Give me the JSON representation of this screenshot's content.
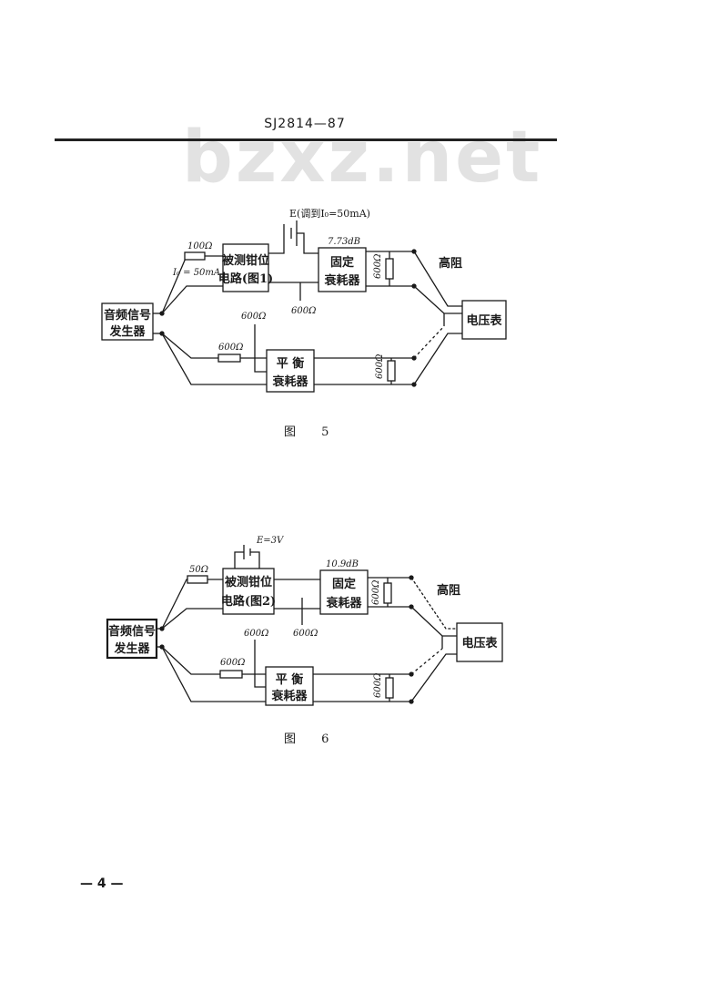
{
  "header": {
    "doc_id": "SJ2814—87"
  },
  "watermark": "bzxz.net",
  "fig5": {
    "caption": "图  5",
    "generator": [
      "音频信号",
      "发生器"
    ],
    "circuit": [
      "被测钳位",
      "电路(图1)"
    ],
    "fixed_att": [
      "固定",
      "衰耗器"
    ],
    "balance_att": [
      "平  衡",
      "衰耗器"
    ],
    "voltmeter": "电压表",
    "high_z": "高阻",
    "battery_label": "E(调到I₀=50mA)",
    "r_series": "100Ω",
    "current_label": "I₀ = 50mA",
    "att_db": "7.73dB",
    "r_600_a": "600Ω",
    "r_600_b": "600Ω",
    "r_600_c": "600Ω",
    "r_600_d": "600Ω",
    "r_600_e": "600Ω"
  },
  "fig6": {
    "caption": "图  6",
    "generator": [
      "音频信号",
      "发生器"
    ],
    "circuit": [
      "被测钳位",
      "电路(图2)"
    ],
    "fixed_att": [
      "固定",
      "衰耗器"
    ],
    "balance_att": [
      "平  衡",
      "衰耗器"
    ],
    "voltmeter": "电压表",
    "high_z": "高阻",
    "battery_label": "E=3V",
    "r_series": "50Ω",
    "att_db": "10.9dB",
    "r_600_a": "600Ω",
    "r_600_b": "600Ω",
    "r_600_c": "600Ω",
    "r_600_d": "600Ω",
    "r_600_e": "600Ω"
  },
  "page_number": "— 4 —"
}
